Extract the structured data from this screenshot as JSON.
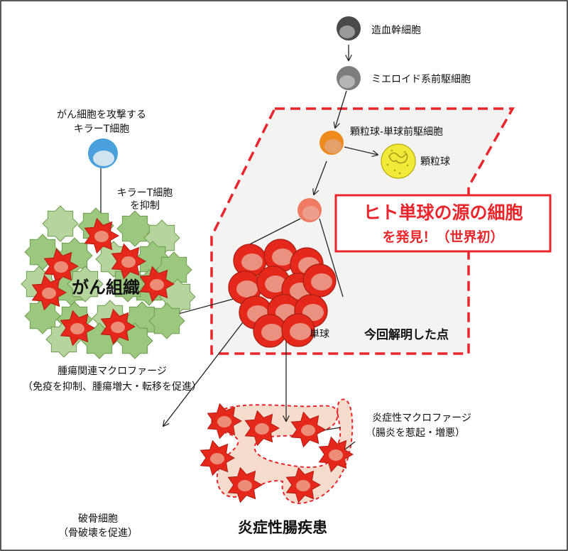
{
  "labels": {
    "hsc": "造血幹細胞",
    "myeloid": "ミエロイド系前駆細胞",
    "gmp": "顆粒球-単球前駆細胞",
    "granulocyte": "顆粒球",
    "ctl_line1": "がん細胞を攻撃する",
    "ctl_line2": "キラーT細胞",
    "suppress_line1": "キラーT細胞",
    "suppress_line2": "を抑制",
    "tumor": "がん組織",
    "monocyte": "単球",
    "found_here": "今回解明した点",
    "tam_line1": "腫瘍関連マクロファージ",
    "tam_line2": "（免疫を抑制、腫瘍増大・転移を促進）",
    "inflam_line1": "炎症性マクロファージ",
    "inflam_line2": "（腸炎を惹起・増悪）",
    "osteoclast_line1": "破骨細胞",
    "osteoclast_line2": "（骨破壊を促進）",
    "ibd": "炎症性腸疾患"
  },
  "callout": {
    "line1": "ヒト単球の源の細胞",
    "line2": "を発見！（世界初）"
  },
  "colors": {
    "accent_red": "#e8262b",
    "macrophage_red": "#e4281c",
    "tumor_green": "#9bc77e",
    "progenitor_orange": "#ef8a1f",
    "granulocyte_yellow": "#f2ea3a",
    "tcell_blue": "#4aa0dd",
    "highlight_bg": "#f3f3f1"
  }
}
